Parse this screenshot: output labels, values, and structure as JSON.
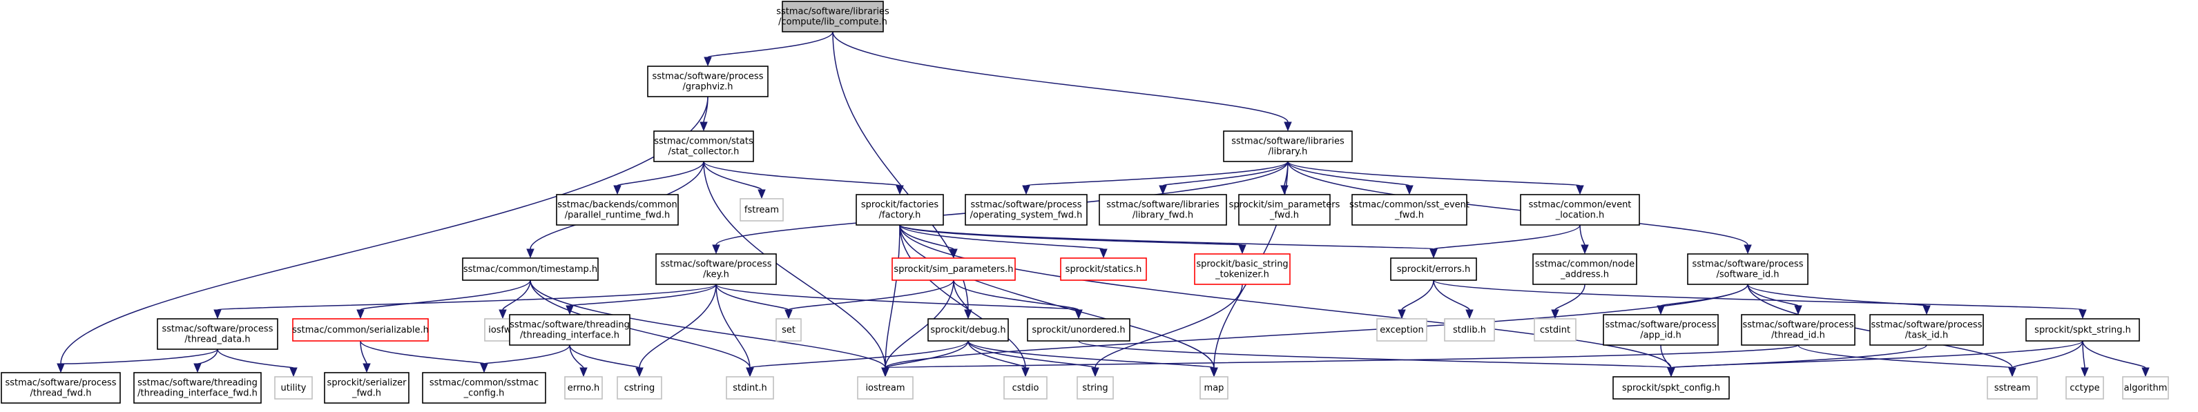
{
  "colors": {
    "edge": "#191970",
    "node_border": "#000000",
    "node_fill": "#ffffff",
    "root_fill": "#bfbfbf",
    "missing_border": "#ff0000",
    "system_border": "#bfbfbf",
    "system_text": "#404040"
  },
  "nodes": [
    {
      "id": "n0",
      "kind": "root",
      "lines": [
        "sstmac/software/libraries",
        "/compute/lib_compute.h"
      ]
    },
    {
      "id": "n1",
      "kind": "normal",
      "lines": [
        "sstmac/software/process",
        "/graphviz.h"
      ]
    },
    {
      "id": "n2",
      "kind": "normal",
      "lines": [
        "sstmac/common/stats",
        "/stat_collector.h"
      ]
    },
    {
      "id": "n3",
      "kind": "normal",
      "lines": [
        "sstmac/software/libraries",
        "/library.h"
      ]
    },
    {
      "id": "n4",
      "kind": "normal",
      "lines": [
        "sstmac/software/process",
        "/thread_fwd.h"
      ]
    },
    {
      "id": "n5",
      "kind": "normal",
      "lines": [
        "sstmac/backends/common",
        "/parallel_runtime_fwd.h"
      ]
    },
    {
      "id": "n6",
      "kind": "system",
      "lines": [
        "fstream"
      ]
    },
    {
      "id": "n7",
      "kind": "normal",
      "lines": [
        "sprockit/factories",
        "/factory.h"
      ]
    },
    {
      "id": "n8",
      "kind": "normal",
      "lines": [
        "sstmac/common/timestamp.h"
      ]
    },
    {
      "id": "n9",
      "kind": "normal",
      "lines": [
        "sstmac/software/process",
        "/operating_system_fwd.h"
      ]
    },
    {
      "id": "n10",
      "kind": "normal",
      "lines": [
        "sstmac/software/libraries",
        "/library_fwd.h"
      ]
    },
    {
      "id": "n11",
      "kind": "normal",
      "lines": [
        "sprockit/sim_parameters",
        "_fwd.h"
      ]
    },
    {
      "id": "n12",
      "kind": "normal",
      "lines": [
        "sstmac/common/sst_event",
        "_fwd.h"
      ]
    },
    {
      "id": "n13",
      "kind": "normal",
      "lines": [
        "sstmac/common/event",
        "_location.h"
      ]
    },
    {
      "id": "n14",
      "kind": "normal",
      "lines": [
        "sstmac/software/process",
        "/key.h"
      ]
    },
    {
      "id": "n15",
      "kind": "missing",
      "lines": [
        "sprockit/sim_parameters.h"
      ]
    },
    {
      "id": "n16",
      "kind": "missing",
      "lines": [
        "sprockit/statics.h"
      ]
    },
    {
      "id": "n17",
      "kind": "missing",
      "lines": [
        "sprockit/basic_string",
        "_tokenizer.h"
      ]
    },
    {
      "id": "n18",
      "kind": "normal",
      "lines": [
        "sprockit/errors.h"
      ]
    },
    {
      "id": "n19",
      "kind": "normal",
      "lines": [
        "sstmac/common/node",
        "_address.h"
      ]
    },
    {
      "id": "n20",
      "kind": "normal",
      "lines": [
        "sstmac/software/process",
        "/software_id.h"
      ]
    },
    {
      "id": "n21",
      "kind": "normal",
      "lines": [
        "sstmac/software/process",
        "/thread_data.h"
      ]
    },
    {
      "id": "n22",
      "kind": "missing",
      "lines": [
        "sstmac/common/serializable.h"
      ]
    },
    {
      "id": "n23",
      "kind": "system",
      "lines": [
        "iosfwd"
      ]
    },
    {
      "id": "n24",
      "kind": "normal",
      "lines": [
        "sstmac/software/threading",
        "/threading_interface.h"
      ]
    },
    {
      "id": "n25",
      "kind": "system",
      "lines": [
        "set"
      ]
    },
    {
      "id": "n26",
      "kind": "normal",
      "lines": [
        "sprockit/debug.h"
      ]
    },
    {
      "id": "n27",
      "kind": "normal",
      "lines": [
        "sprockit/unordered.h"
      ]
    },
    {
      "id": "n28",
      "kind": "system",
      "lines": [
        "exception"
      ]
    },
    {
      "id": "n29",
      "kind": "system",
      "lines": [
        "stdlib.h"
      ]
    },
    {
      "id": "n30",
      "kind": "system",
      "lines": [
        "cstdint"
      ]
    },
    {
      "id": "n31",
      "kind": "normal",
      "lines": [
        "sstmac/software/process",
        "/app_id.h"
      ]
    },
    {
      "id": "n32",
      "kind": "normal",
      "lines": [
        "sstmac/software/process",
        "/thread_id.h"
      ]
    },
    {
      "id": "n33",
      "kind": "normal",
      "lines": [
        "sstmac/software/process",
        "/task_id.h"
      ]
    },
    {
      "id": "n34",
      "kind": "normal",
      "lines": [
        "sprockit/spkt_string.h"
      ]
    },
    {
      "id": "n35",
      "kind": "normal",
      "lines": [
        "sstmac/software/threading",
        "/threading_interface_fwd.h"
      ]
    },
    {
      "id": "n36",
      "kind": "system",
      "lines": [
        "utility"
      ]
    },
    {
      "id": "n37",
      "kind": "normal",
      "lines": [
        "sprockit/serializer",
        "_fwd.h"
      ]
    },
    {
      "id": "n38",
      "kind": "normal",
      "lines": [
        "sstmac/common/sstmac",
        "_config.h"
      ]
    },
    {
      "id": "n39",
      "kind": "system",
      "lines": [
        "errno.h"
      ]
    },
    {
      "id": "n40",
      "kind": "system",
      "lines": [
        "cstring"
      ]
    },
    {
      "id": "n41",
      "kind": "system",
      "lines": [
        "stdint.h"
      ]
    },
    {
      "id": "n42",
      "kind": "system",
      "lines": [
        "iostream"
      ]
    },
    {
      "id": "n43",
      "kind": "system",
      "lines": [
        "cstdio"
      ]
    },
    {
      "id": "n44",
      "kind": "system",
      "lines": [
        "string"
      ]
    },
    {
      "id": "n45",
      "kind": "system",
      "lines": [
        "map"
      ]
    },
    {
      "id": "n46",
      "kind": "normal",
      "lines": [
        "sprockit/spkt_config.h"
      ]
    },
    {
      "id": "n47",
      "kind": "system",
      "lines": [
        "sstream"
      ]
    },
    {
      "id": "n48",
      "kind": "system",
      "lines": [
        "cctype"
      ]
    },
    {
      "id": "n49",
      "kind": "system",
      "lines": [
        "algorithm"
      ]
    }
  ],
  "edges": [
    [
      "n0",
      "n1"
    ],
    [
      "n0",
      "n3"
    ],
    [
      "n0",
      "n26"
    ],
    [
      "n1",
      "n2"
    ],
    [
      "n1",
      "n4"
    ],
    [
      "n2",
      "n5"
    ],
    [
      "n2",
      "n6"
    ],
    [
      "n2",
      "n7"
    ],
    [
      "n2",
      "n8"
    ],
    [
      "n2",
      "n42"
    ],
    [
      "n3",
      "n9"
    ],
    [
      "n3",
      "n10"
    ],
    [
      "n3",
      "n11"
    ],
    [
      "n3",
      "n12"
    ],
    [
      "n3",
      "n13"
    ],
    [
      "n3",
      "n14"
    ],
    [
      "n3",
      "n20"
    ],
    [
      "n3",
      "n45"
    ],
    [
      "n7",
      "n15"
    ],
    [
      "n7",
      "n16"
    ],
    [
      "n7",
      "n17"
    ],
    [
      "n7",
      "n18"
    ],
    [
      "n7",
      "n42"
    ],
    [
      "n7",
      "n43"
    ],
    [
      "n7",
      "n45"
    ],
    [
      "n7",
      "n46"
    ],
    [
      "n8",
      "n22"
    ],
    [
      "n8",
      "n23"
    ],
    [
      "n8",
      "n41"
    ],
    [
      "n8",
      "n42"
    ],
    [
      "n13",
      "n18"
    ],
    [
      "n13",
      "n19"
    ],
    [
      "n14",
      "n21"
    ],
    [
      "n14",
      "n24"
    ],
    [
      "n14",
      "n25"
    ],
    [
      "n14",
      "n27"
    ],
    [
      "n14",
      "n40"
    ],
    [
      "n14",
      "n41"
    ],
    [
      "n15",
      "n25"
    ],
    [
      "n15",
      "n26"
    ],
    [
      "n15",
      "n27"
    ],
    [
      "n15",
      "n42"
    ],
    [
      "n17",
      "n44"
    ],
    [
      "n18",
      "n28"
    ],
    [
      "n18",
      "n29"
    ],
    [
      "n18",
      "n34"
    ],
    [
      "n19",
      "n30"
    ],
    [
      "n20",
      "n31"
    ],
    [
      "n20",
      "n32"
    ],
    [
      "n20",
      "n33"
    ],
    [
      "n20",
      "n42"
    ],
    [
      "n20",
      "n47"
    ],
    [
      "n21",
      "n4"
    ],
    [
      "n21",
      "n35"
    ],
    [
      "n21",
      "n36"
    ],
    [
      "n22",
      "n37"
    ],
    [
      "n22",
      "n38"
    ],
    [
      "n24",
      "n38"
    ],
    [
      "n24",
      "n39"
    ],
    [
      "n24",
      "n40"
    ],
    [
      "n26",
      "n41"
    ],
    [
      "n26",
      "n42"
    ],
    [
      "n26",
      "n43"
    ],
    [
      "n26",
      "n44"
    ],
    [
      "n26",
      "n45"
    ],
    [
      "n27",
      "n46"
    ],
    [
      "n31",
      "n46"
    ],
    [
      "n32",
      "n42"
    ],
    [
      "n32",
      "n47"
    ],
    [
      "n33",
      "n46"
    ],
    [
      "n34",
      "n46"
    ],
    [
      "n34",
      "n47"
    ],
    [
      "n34",
      "n48"
    ],
    [
      "n34",
      "n49"
    ]
  ]
}
